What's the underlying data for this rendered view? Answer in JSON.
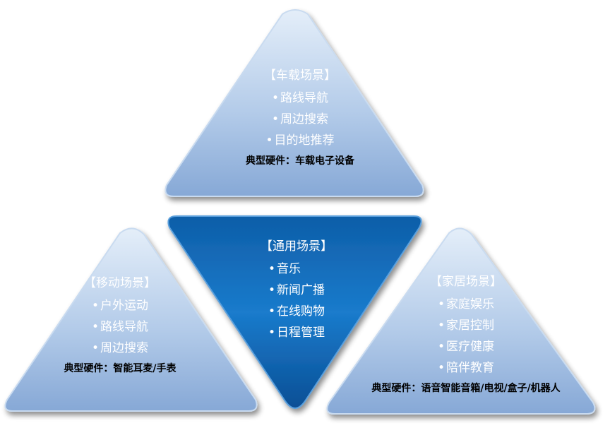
{
  "diagram": {
    "colors": {
      "light_top": "#dde9f7",
      "light_bottom": "#8eaed8",
      "dark_top": "#1a74c4",
      "dark_bottom": "#0b4a8c",
      "light_text": "#ffffff",
      "hardware_text": "#000000"
    },
    "vehicle": {
      "title": "【车载场景】",
      "items": [
        "路线导航",
        "周边搜索",
        "目的地推荐"
      ],
      "hardware": "典型硬件：车载电子设备"
    },
    "general": {
      "title": "【通用场景】",
      "items": [
        "音乐",
        "新闻广播",
        "在线购物",
        "日程管理"
      ]
    },
    "mobile": {
      "title": "【移动场景】",
      "items": [
        "户外运动",
        "路线导航",
        "周边搜索"
      ],
      "hardware": "典型硬件：智能耳麦/手表"
    },
    "home": {
      "title": "【家居场景】",
      "items": [
        "家庭娱乐",
        "家居控制",
        "医疗健康",
        "陪伴教育"
      ],
      "hardware": "典型硬件：语音智能音箱/电视/盒子/机器人"
    },
    "bullet": "•"
  }
}
